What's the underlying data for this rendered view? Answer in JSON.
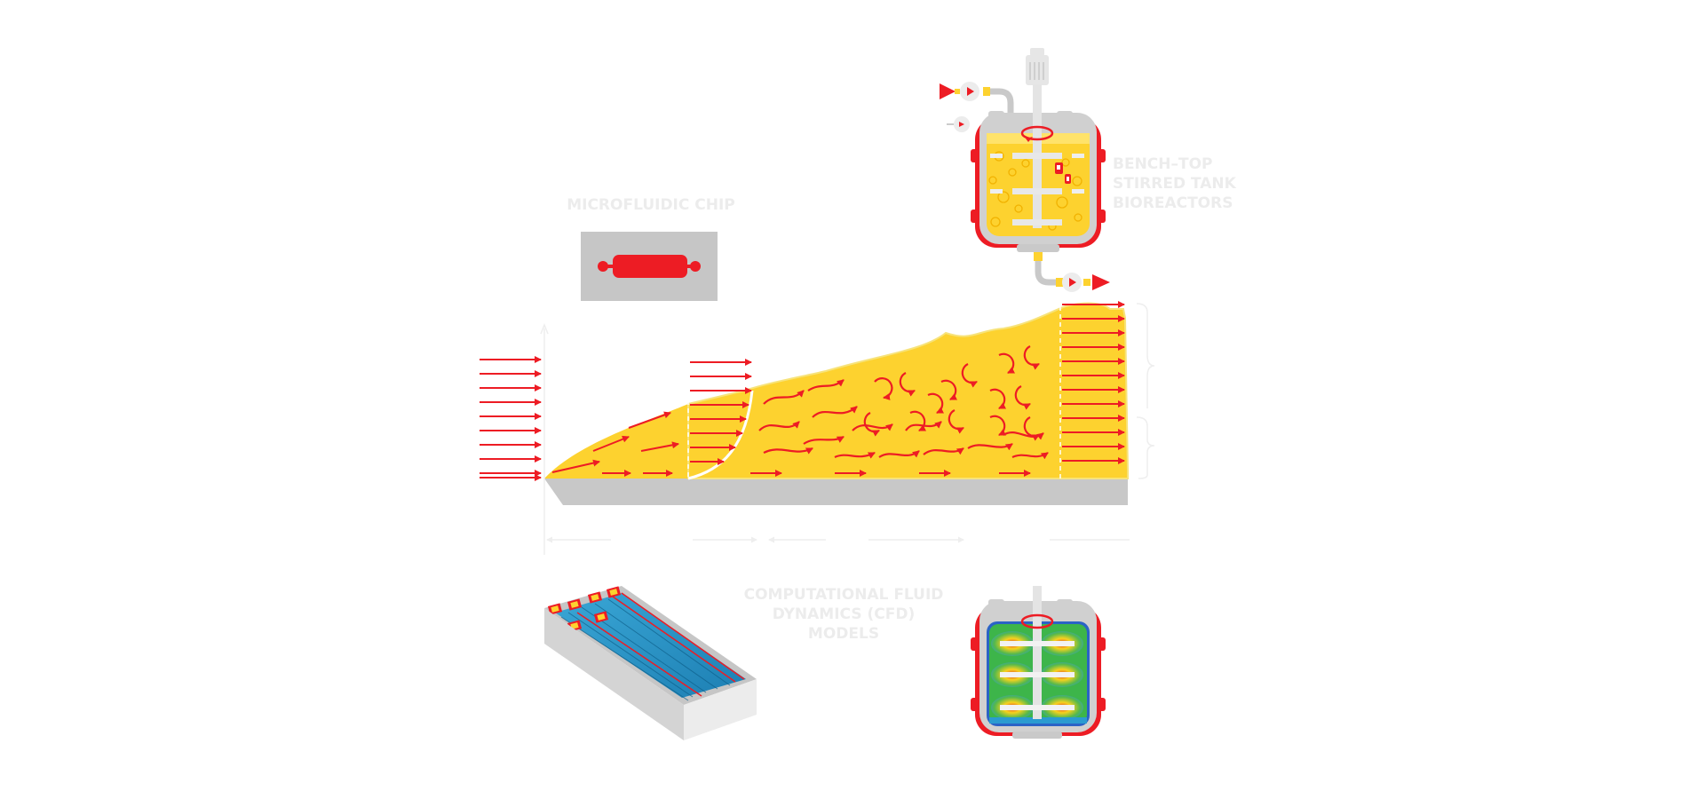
{
  "labels": {
    "microfluidic": "MICROFLUIDIC CHIP",
    "bench_line1": "BENCH–TOP",
    "bench_line2": "STIRRED TANK",
    "bench_line3": "BIOREACTORS",
    "cfd_line1": "COMPUTATIONAL FLUID",
    "cfd_line2": "DYNAMICS (CFD)",
    "cfd_line3": "MODELS"
  },
  "icons": [
    "microfluidic-chip-icon",
    "stirred-tank-bioreactor-icon",
    "flow-channel-diagram",
    "cfd-channel-model-icon",
    "cfd-bioreactor-model-icon"
  ],
  "colors": {
    "fluid_yellow": "#fdd22f",
    "arrow_red": "#ed1c24",
    "platform_gray": "#c8c8c8",
    "label_gray": "#ececec",
    "cfd_blue": "#2a9bd0",
    "cfd_green": "#3db54a"
  }
}
